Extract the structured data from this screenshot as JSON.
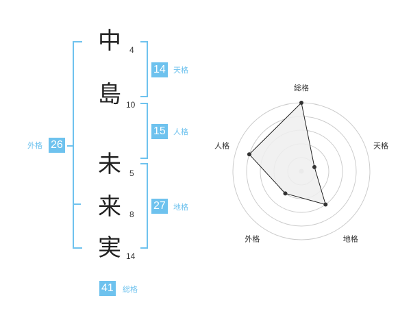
{
  "name": {
    "characters": [
      {
        "char": "中",
        "strokes": "4"
      },
      {
        "char": "島",
        "strokes": "10"
      },
      {
        "char": "未",
        "strokes": "5"
      },
      {
        "char": "来",
        "strokes": "8"
      },
      {
        "char": "実",
        "strokes": "14"
      }
    ]
  },
  "kaku": {
    "tenkaku": {
      "value": "14",
      "label": "天格"
    },
    "jinkaku": {
      "value": "15",
      "label": "人格"
    },
    "chikaku": {
      "value": "27",
      "label": "地格"
    },
    "gaikaku": {
      "value": "26",
      "label": "外格"
    },
    "soukaku": {
      "value": "41",
      "label": "総格"
    }
  },
  "colors": {
    "accent": "#6ec2ee",
    "radar_fill": "#eeeeee",
    "radar_line": "#222222",
    "ring": "#cccccc"
  },
  "chart_data": {
    "type": "radar",
    "axes": [
      "総格",
      "天格",
      "地格",
      "外格",
      "人格"
    ],
    "values": [
      5,
      1,
      3,
      2,
      4
    ],
    "max": 5
  }
}
